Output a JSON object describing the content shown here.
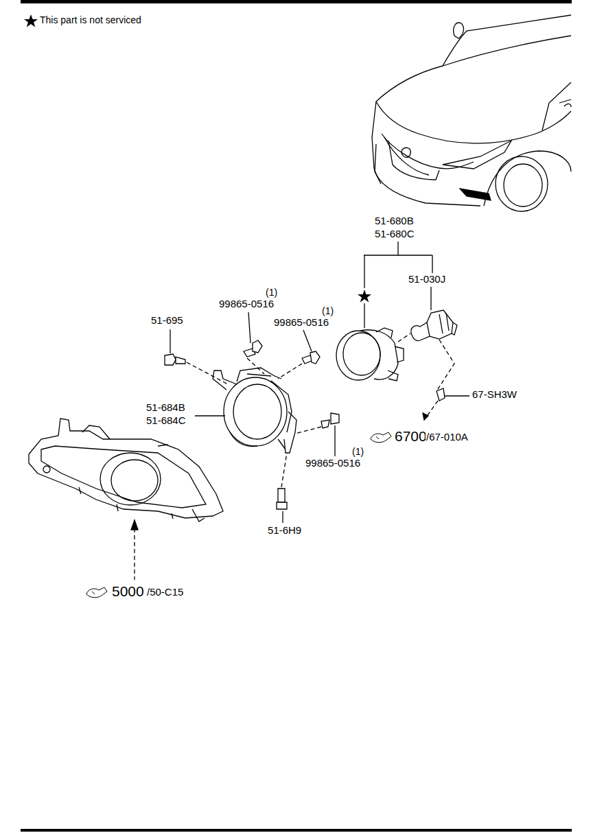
{
  "diagram": {
    "labels": [
      "This part is not serviced",
      "51-680B",
      "51-680C",
      "51-030J",
      "(1)",
      "99865-0516",
      "(1)",
      "99865-0516",
      "51-695",
      "51-684B",
      "51-684C",
      "67-SH3W",
      "6700",
      "/67-010A",
      "(1)",
      "99865-0516",
      "51-6H9",
      "5000",
      "/50-C15"
    ]
  }
}
